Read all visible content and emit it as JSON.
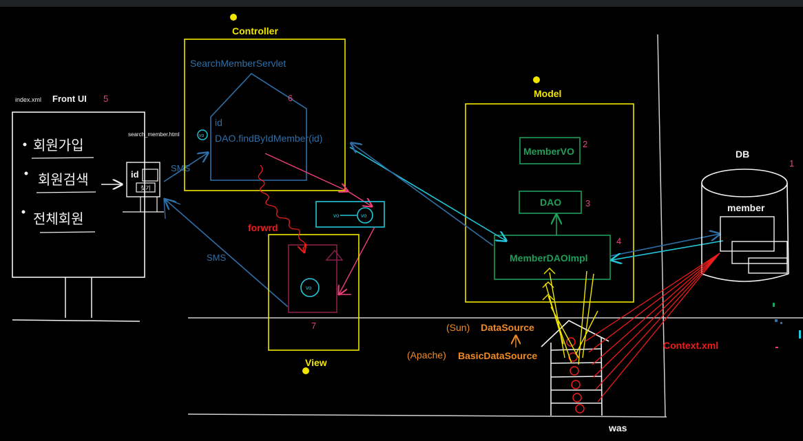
{
  "colors": {
    "background": "#000000",
    "yellow": "#f2e600",
    "blue": "#2f6fa8",
    "cyan": "#22c8dc",
    "green": "#1f9e5a",
    "red": "#ee1c1c",
    "pink": "#ee3f7a",
    "orange": "#f08a24",
    "white": "#f2f2f2",
    "maroon": "#8a1f4b"
  },
  "front_ui": {
    "file_label": "index.xml",
    "title": "Front UI",
    "number": "5",
    "menu_items": [
      "회원가입",
      "회원검색",
      "전체회원"
    ],
    "search_file": "search_member.html",
    "search_field": "id",
    "search_button": "찾기"
  },
  "controller": {
    "title": "Controller",
    "servlet": "SearchMemberServlet",
    "number": "6",
    "param": "id",
    "call": "DAO.findByIdMember(id)",
    "vo": "vo"
  },
  "model": {
    "title": "Model",
    "vo_box": "MemberVO",
    "vo_number": "2",
    "dao_box": "DAO",
    "dao_number": "3",
    "impl_box": "MemberDAOImpl",
    "impl_number": "4"
  },
  "view": {
    "title": "View",
    "number": "7",
    "forward": "forwrd",
    "vo": "vo"
  },
  "transfer_vo": [
    "vo",
    "vo"
  ],
  "sms_labels": [
    "SMS",
    "SMS"
  ],
  "db": {
    "title": "DB",
    "number": "1",
    "table": "member"
  },
  "datasource": {
    "sun_prefix": "(Sun)",
    "sun_name": "DataSource",
    "apache_prefix": "(Apache)",
    "apache_name": "BasicDataSource"
  },
  "was_label": "was",
  "context_label": "Context.xml"
}
